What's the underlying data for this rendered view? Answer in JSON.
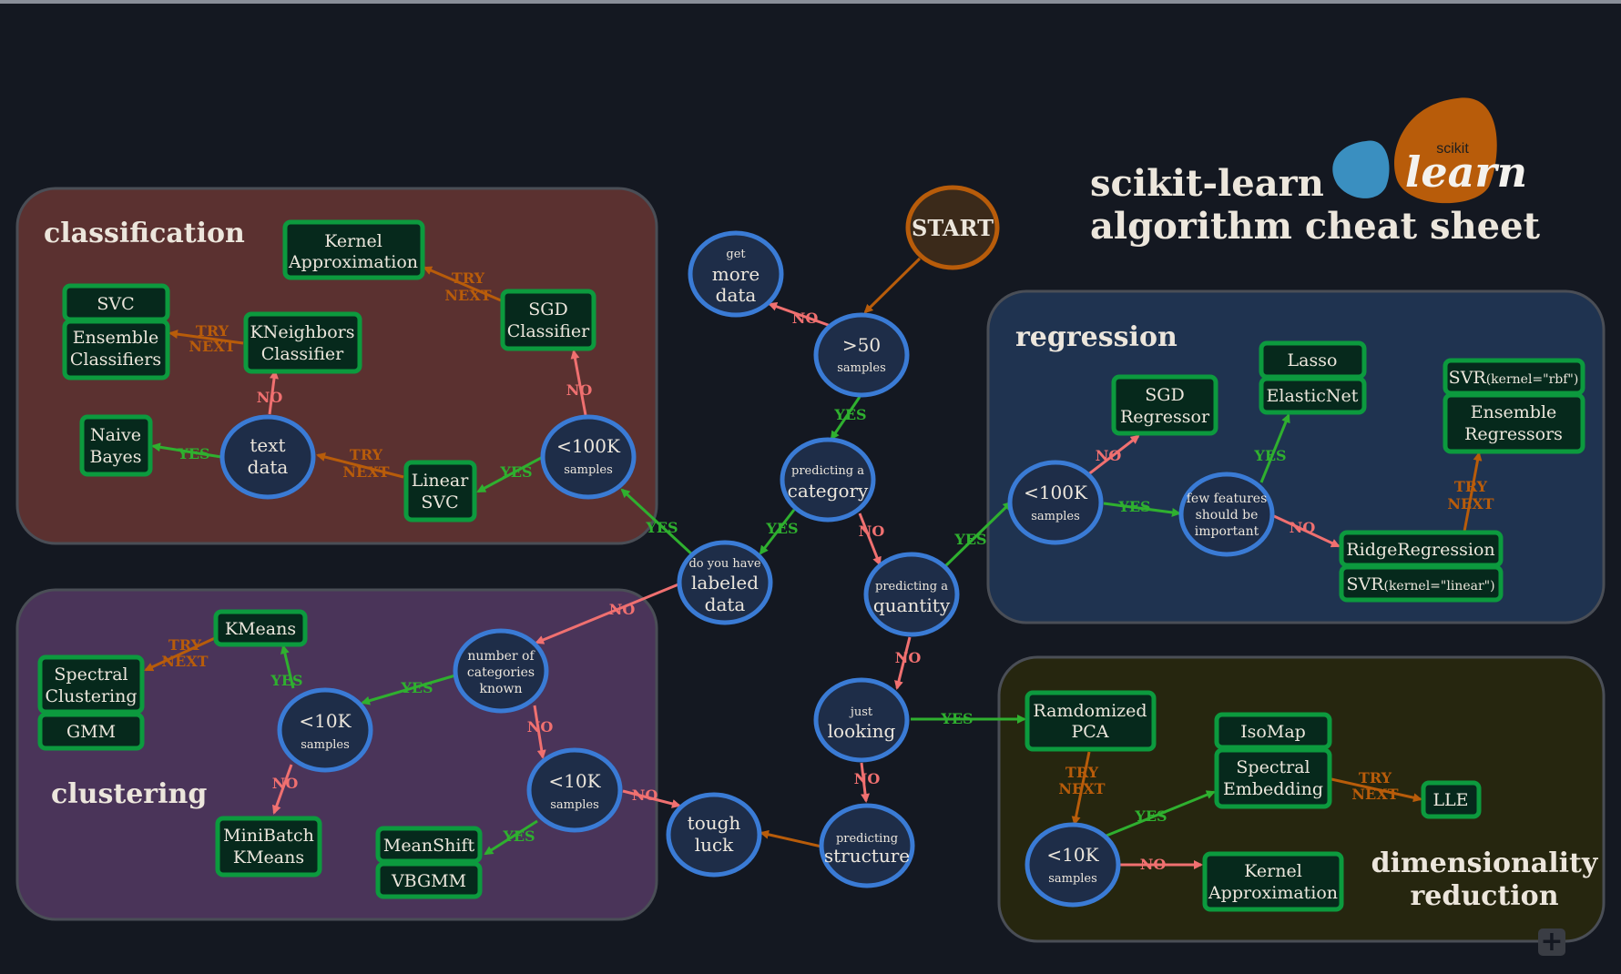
{
  "title": {
    "line1": "scikit-learn",
    "line2": "algorithm cheat sheet"
  },
  "logo": {
    "small": "scikit",
    "big": "learn"
  },
  "colors": {
    "background": "#141821",
    "classification_panel": "#5b3130",
    "clustering_panel": "#4a3459",
    "regression_panel": "#1f3350",
    "dimred_panel": "#26260f",
    "decision_node": "#1e2d48",
    "decision_stroke": "#3a7bd5",
    "algorithm_box": "#06291c",
    "algorithm_stroke": "#0c9a3e",
    "start": "#3b2a1a",
    "start_stroke": "#b85c0a",
    "yes": "#2fb02f",
    "no": "#f07070",
    "try_next": "#b85c0a",
    "logo_orange": "#b85c0a",
    "logo_blue": "#3a8fc0"
  },
  "edge_labels": {
    "yes": "YES",
    "no": "NO",
    "try1": "TRY",
    "try2": "NEXT"
  },
  "regions": {
    "classification": "classification",
    "regression": "regression",
    "clustering": "clustering",
    "dimred1": "dimensionality",
    "dimred2": "reduction"
  },
  "decisions": {
    "start": "START",
    "more_data": {
      "l1": "get",
      "l2": "more",
      "l3": "data"
    },
    "gt50": {
      "l1": ">50",
      "l2": "samples"
    },
    "pred_cat": {
      "l1": "predicting a",
      "l2": "category"
    },
    "labeled": {
      "l1": "do you have",
      "l2": "labeled",
      "l3": "data"
    },
    "pred_qty": {
      "l1": "predicting a",
      "l2": "quantity"
    },
    "just_looking": {
      "l1": "just",
      "l2": "looking"
    },
    "pred_struct": {
      "l1": "predicting",
      "l2": "structure"
    },
    "tough_luck": {
      "l1": "tough",
      "l2": "luck"
    },
    "clf_100k": {
      "l1": "<100K",
      "l2": "samples"
    },
    "text_data": {
      "l1": "text",
      "l2": "data"
    },
    "num_cat": {
      "l1": "number of",
      "l2": "categories",
      "l3": "known"
    },
    "clu_10k_a": {
      "l1": "<10K",
      "l2": "samples"
    },
    "clu_10k_b": {
      "l1": "<10K",
      "l2": "samples"
    },
    "reg_100k": {
      "l1": "<100K",
      "l2": "samples"
    },
    "few_features": {
      "l1": "few features",
      "l2": "should be",
      "l3": "important"
    },
    "dim_10k": {
      "l1": "<10K",
      "l2": "samples"
    }
  },
  "algorithms": {
    "kernel_approx_clf": {
      "l1": "Kernel",
      "l2": "Approximation"
    },
    "sgd_clf": {
      "l1": "SGD",
      "l2": "Classifier"
    },
    "svc": "SVC",
    "ensemble_clf": {
      "l1": "Ensemble",
      "l2": "Classifiers"
    },
    "kneighbors": {
      "l1": "KNeighbors",
      "l2": "Classifier"
    },
    "naive_bayes": {
      "l1": "Naive",
      "l2": "Bayes"
    },
    "linear_svc": {
      "l1": "Linear",
      "l2": "SVC"
    },
    "kmeans": "KMeans",
    "spectral_clustering": {
      "l1": "Spectral",
      "l2": "Clustering"
    },
    "gmm": "GMM",
    "minibatch": {
      "l1": "MiniBatch",
      "l2": "KMeans"
    },
    "meanshift": "MeanShift",
    "vbgmm": "VBGMM",
    "sgd_reg": {
      "l1": "SGD",
      "l2": "Regressor"
    },
    "lasso": "Lasso",
    "elasticnet": "ElasticNet",
    "svr_rbf": {
      "name": "SVR",
      "arg": "(kernel=\"rbf\")"
    },
    "ensemble_reg": {
      "l1": "Ensemble",
      "l2": "Regressors"
    },
    "ridge": "RidgeRegression",
    "svr_linear": {
      "name": "SVR",
      "arg": "(kernel=\"linear\")"
    },
    "rand_pca": {
      "l1": "Ramdomized",
      "l2": "PCA"
    },
    "isomap": "IsoMap",
    "spectral_emb": {
      "l1": "Spectral",
      "l2": "Embedding"
    },
    "lle": "LLE",
    "kernel_approx_dim": {
      "l1": "Kernel",
      "l2": "Approximation"
    }
  },
  "zoom_button": "+"
}
